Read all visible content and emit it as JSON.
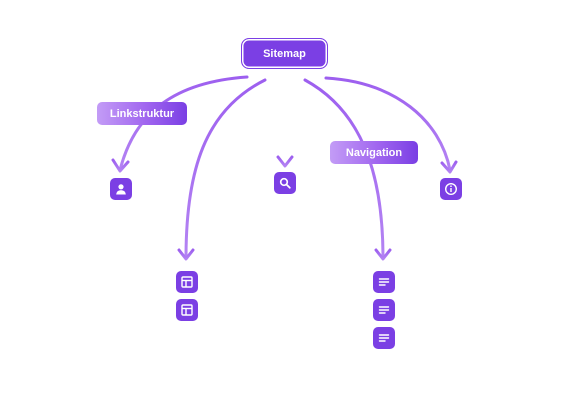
{
  "root": {
    "label": "Sitemap"
  },
  "labels": {
    "linkstruktur": "Linkstruktur",
    "navigation": "Navigation"
  },
  "icons": {
    "user": "user-icon",
    "search": "search-icon",
    "info": "info-icon",
    "layout": "layout-icon",
    "lines": "text-lines-icon"
  },
  "colors": {
    "primary": "#7b3fe4",
    "connector": "#a56cf0",
    "pill_light": "#c39cf6"
  }
}
